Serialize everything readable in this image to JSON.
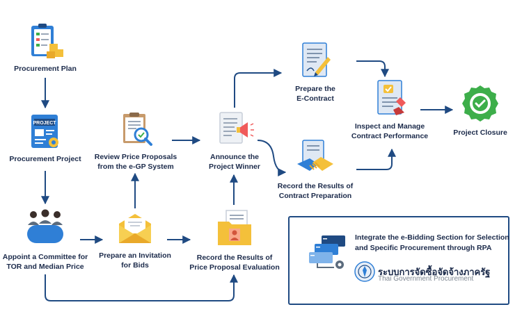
{
  "nodes": {
    "procurement_plan": "Procurement Plan",
    "procurement_project": "Procurement Project",
    "appoint_committee": [
      "Appoint a Committee for",
      "TOR and Median Price"
    ],
    "prepare_invitation": [
      "Prepare an Invitation",
      "for Bids"
    ],
    "review_proposals": [
      "Review Price Proposals",
      "from the e-GP System"
    ],
    "announce_winner": [
      "Announce the",
      "Project Winner"
    ],
    "record_evaluation": [
      "Record the Results of",
      "Price Proposal Evaluation"
    ],
    "prepare_contract": [
      "Prepare the",
      "E-Contract"
    ],
    "record_contract": [
      "Record the Results of",
      "Contract Preparation"
    ],
    "inspect_manage": [
      "Inspect and Manage",
      "Contract Performance"
    ],
    "project_closure": "Project Closure"
  },
  "icon_text": {
    "project_badge": "PROJECT"
  },
  "rpa": {
    "text": [
      "Integrate the e-Bidding Section for Selection",
      "and Specific Procurement through RPA"
    ],
    "brand_th": "ระบบการจัดซื้อจัดจ้างภาครัฐ",
    "brand_en": "Thai Government Procurement"
  },
  "colors": {
    "navy": "#1f4a82",
    "green": "#3dae4a",
    "yellow": "#f4c03a",
    "blue": "#2f7fd6"
  }
}
